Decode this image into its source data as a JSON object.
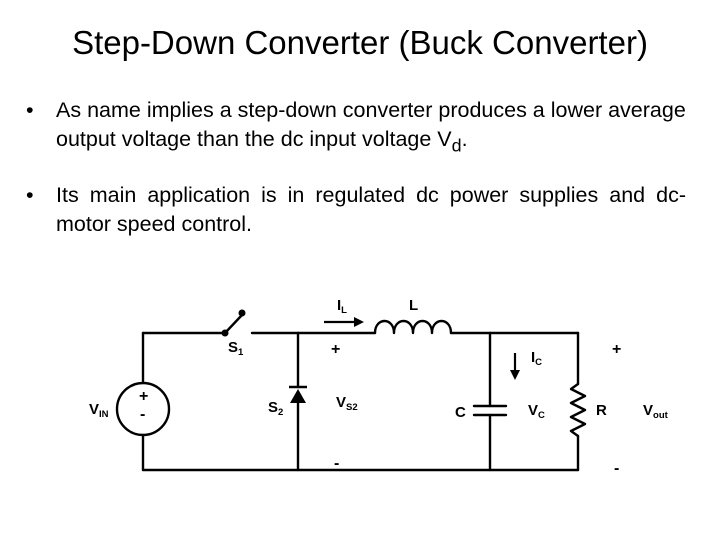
{
  "slide": {
    "title": "Step-Down Converter (Buck Converter)",
    "bullets": [
      {
        "marker": "•",
        "text": "As name implies a step-down converter produces a lower average output  voltage than the dc input voltage V",
        "subscript": "d",
        "suffix": "."
      },
      {
        "marker": "•",
        "text": "Its main application is in regulated dc power supplies and dc-motor speed control."
      }
    ]
  },
  "circuit": {
    "source": {
      "main": "V",
      "sub": "IN",
      "plus": "+",
      "minus": "-"
    },
    "switch": {
      "main": "S",
      "sub": "1"
    },
    "diode": {
      "main": "S",
      "sub": "2"
    },
    "current_l": {
      "main": "I",
      "sub": "L"
    },
    "inductor": {
      "main": "L"
    },
    "current_c": {
      "main": "I",
      "sub": "C"
    },
    "capacitor": {
      "main": "C"
    },
    "cap_voltage": {
      "main": "V",
      "sub": "C"
    },
    "resistor": {
      "main": "R"
    },
    "vs2": {
      "main": "V",
      "sub": "S2",
      "plus": "+",
      "minus": "-"
    },
    "vout": {
      "main": "V",
      "sub": "out",
      "plus": "+",
      "minus": "-"
    }
  }
}
